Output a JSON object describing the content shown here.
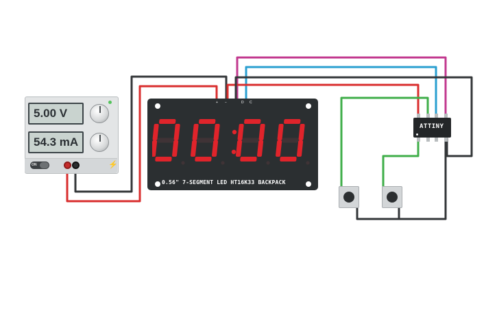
{
  "power_supply": {
    "voltage_display": "5.00 V",
    "current_display": "54.3 mA",
    "switch_label": "ON"
  },
  "led_backpack": {
    "display_value": "00:00",
    "label": "0.56\" 7-SEGMENT LED HT16K33 BACKPACK",
    "pin_labels": [
      "+",
      "−",
      "D",
      "C"
    ]
  },
  "microcontroller": {
    "label": "ATTINY"
  },
  "colors": {
    "wire_red": "#d92e2e",
    "wire_black": "#333638",
    "wire_magenta": "#c2398f",
    "wire_blue": "#2a9fd0",
    "wire_green": "#3fae49",
    "segment_on": "#e0242b",
    "segment_off": "#3f3336"
  }
}
